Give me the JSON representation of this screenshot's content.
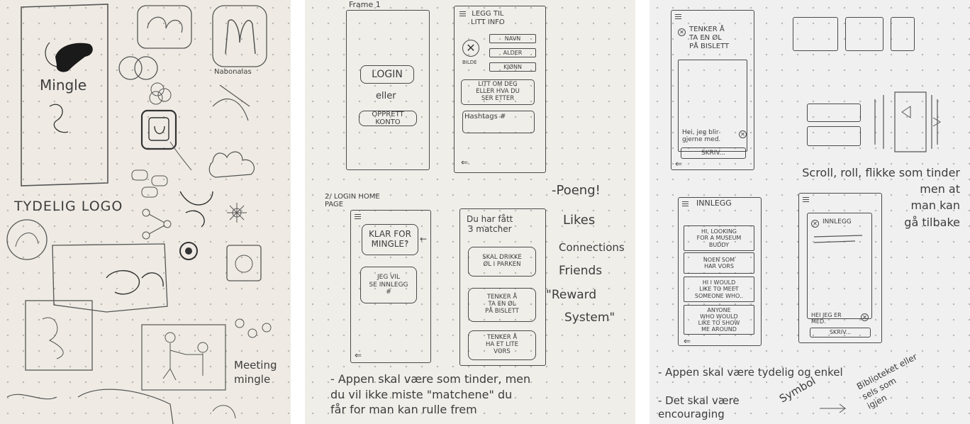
{
  "page1": {
    "logo_word": "Mingle",
    "tydelig_logo": "TYDELIG LOGO",
    "note_top": "Nabonalas",
    "meeting": "Meeting\nmingle"
  },
  "page2": {
    "frame_title": "Frame 1",
    "login": "LOGIN",
    "eller": "eller",
    "create_account": "OPPRETT KONTO",
    "add_info_title": "LEGG TIL\nLITT INFO",
    "fields": [
      "NAVN",
      "ALDER",
      "KJØNN"
    ],
    "bilde": "BILDE",
    "about": "LITT OM DEG\nELLER HVA DU\nSER ETTER",
    "hashtags": "Hashtags #",
    "home_title": "2/ LOGIN HOME\nPAGE",
    "klar": "KLAR FOR\nMINGLE?",
    "jeg_vil": "JEG VIL\nSE INNLEGG\n#",
    "matches_title": "Du har fått\n3 matcher",
    "match_items": [
      "SKAL DRIKKE\nØL I PARKEN",
      "TENKER Å\nTA EN ØL\nPÅ BISLETT",
      "TENKER Å\nHA ET LITE\nVORS"
    ],
    "notes": [
      "-Poeng!",
      "Likes",
      "Connections",
      "Friends",
      "\"Reward",
      "System\""
    ],
    "bottom_note": "- Appen skal være som tinder, men\ndu vil ikke miste \"matchene\" du\nfår for man kan rulle frem"
  },
  "page3": {
    "chat_title": "TENKER Å\nTA EN ØL\nPÅ BISLETT",
    "chat_msg": "Hei, jeg blir\ngjerne med.",
    "skriv": "SKRIV...",
    "scroll_note": "Scroll, roll, flikke som tinder\nmen at\nman kan\ngå tilbake",
    "innlegg_title": "INNLEGG",
    "posts": [
      "HI, LOOKING\nFOR A MUSEUM\nBUDDY",
      "NOEN SOM\nHAR VORS",
      "HI I WOULD\nLIKE TO MEET\nSOMEONE WHO..",
      "ANYONE\nWHO WOULD\nLIKE TO SHOW\nME AROUND"
    ],
    "innlegg_title2": "INNLEGG",
    "reply_msg": "HEI JEG ER\nMED.",
    "skriv2": "SKRIV...",
    "bottom_note1": "- Appen skal være tydelig og enkel",
    "bottom_note2": "- Det skal være\nencouraging",
    "side_note": "Symbol",
    "side_note2": "Biblioteket eller\nsels som\nigjen"
  }
}
